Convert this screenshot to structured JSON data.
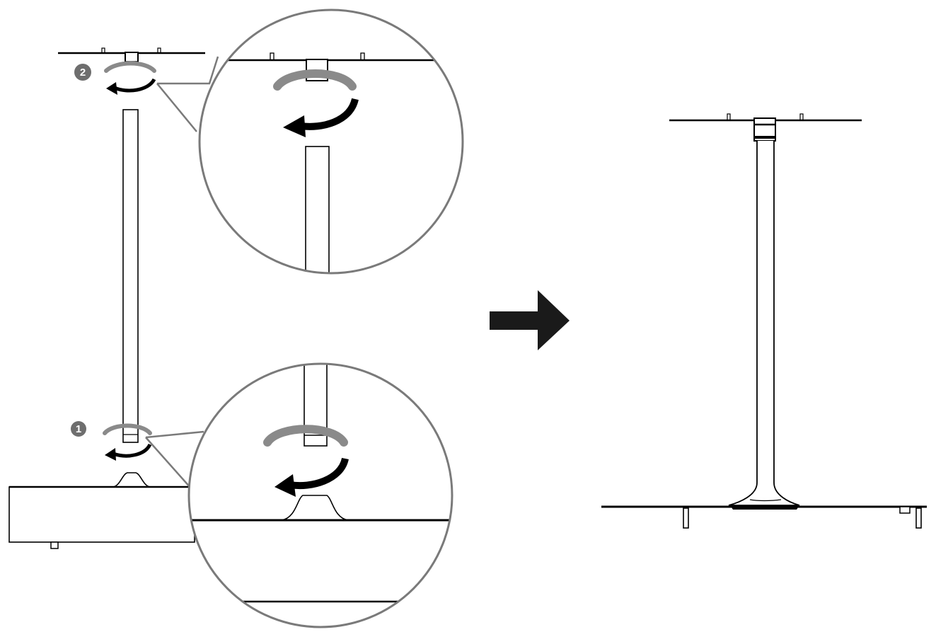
{
  "steps": [
    {
      "number": "2",
      "action": "rotate-to-attach"
    },
    {
      "number": "1",
      "action": "rotate-to-attach"
    }
  ],
  "icons": {
    "step_marker": "step-number-circle-icon",
    "rotation": "curved-rotation-arrow-icon",
    "transition": "right-arrow-icon"
  },
  "colors": {
    "line": "#000000",
    "callout_gray": "#7a7a7a",
    "badge": "#6e6e6e",
    "rotation_band": "#8a8a8a",
    "background": "#ffffff"
  }
}
